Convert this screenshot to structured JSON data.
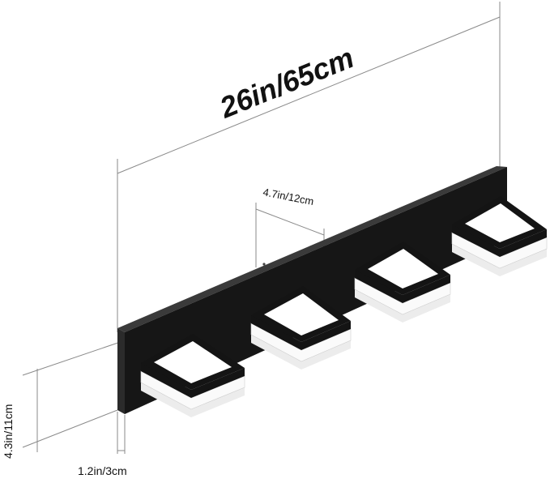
{
  "dimensions": {
    "width": "26in/65cm",
    "spacing": "4.7in/12cm",
    "height": "4.3in/11cm",
    "depth": "1.2in/3cm"
  },
  "product": {
    "light_count": 4,
    "body_color": "#1a1a1a",
    "diffuser_color": "#ffffff"
  }
}
